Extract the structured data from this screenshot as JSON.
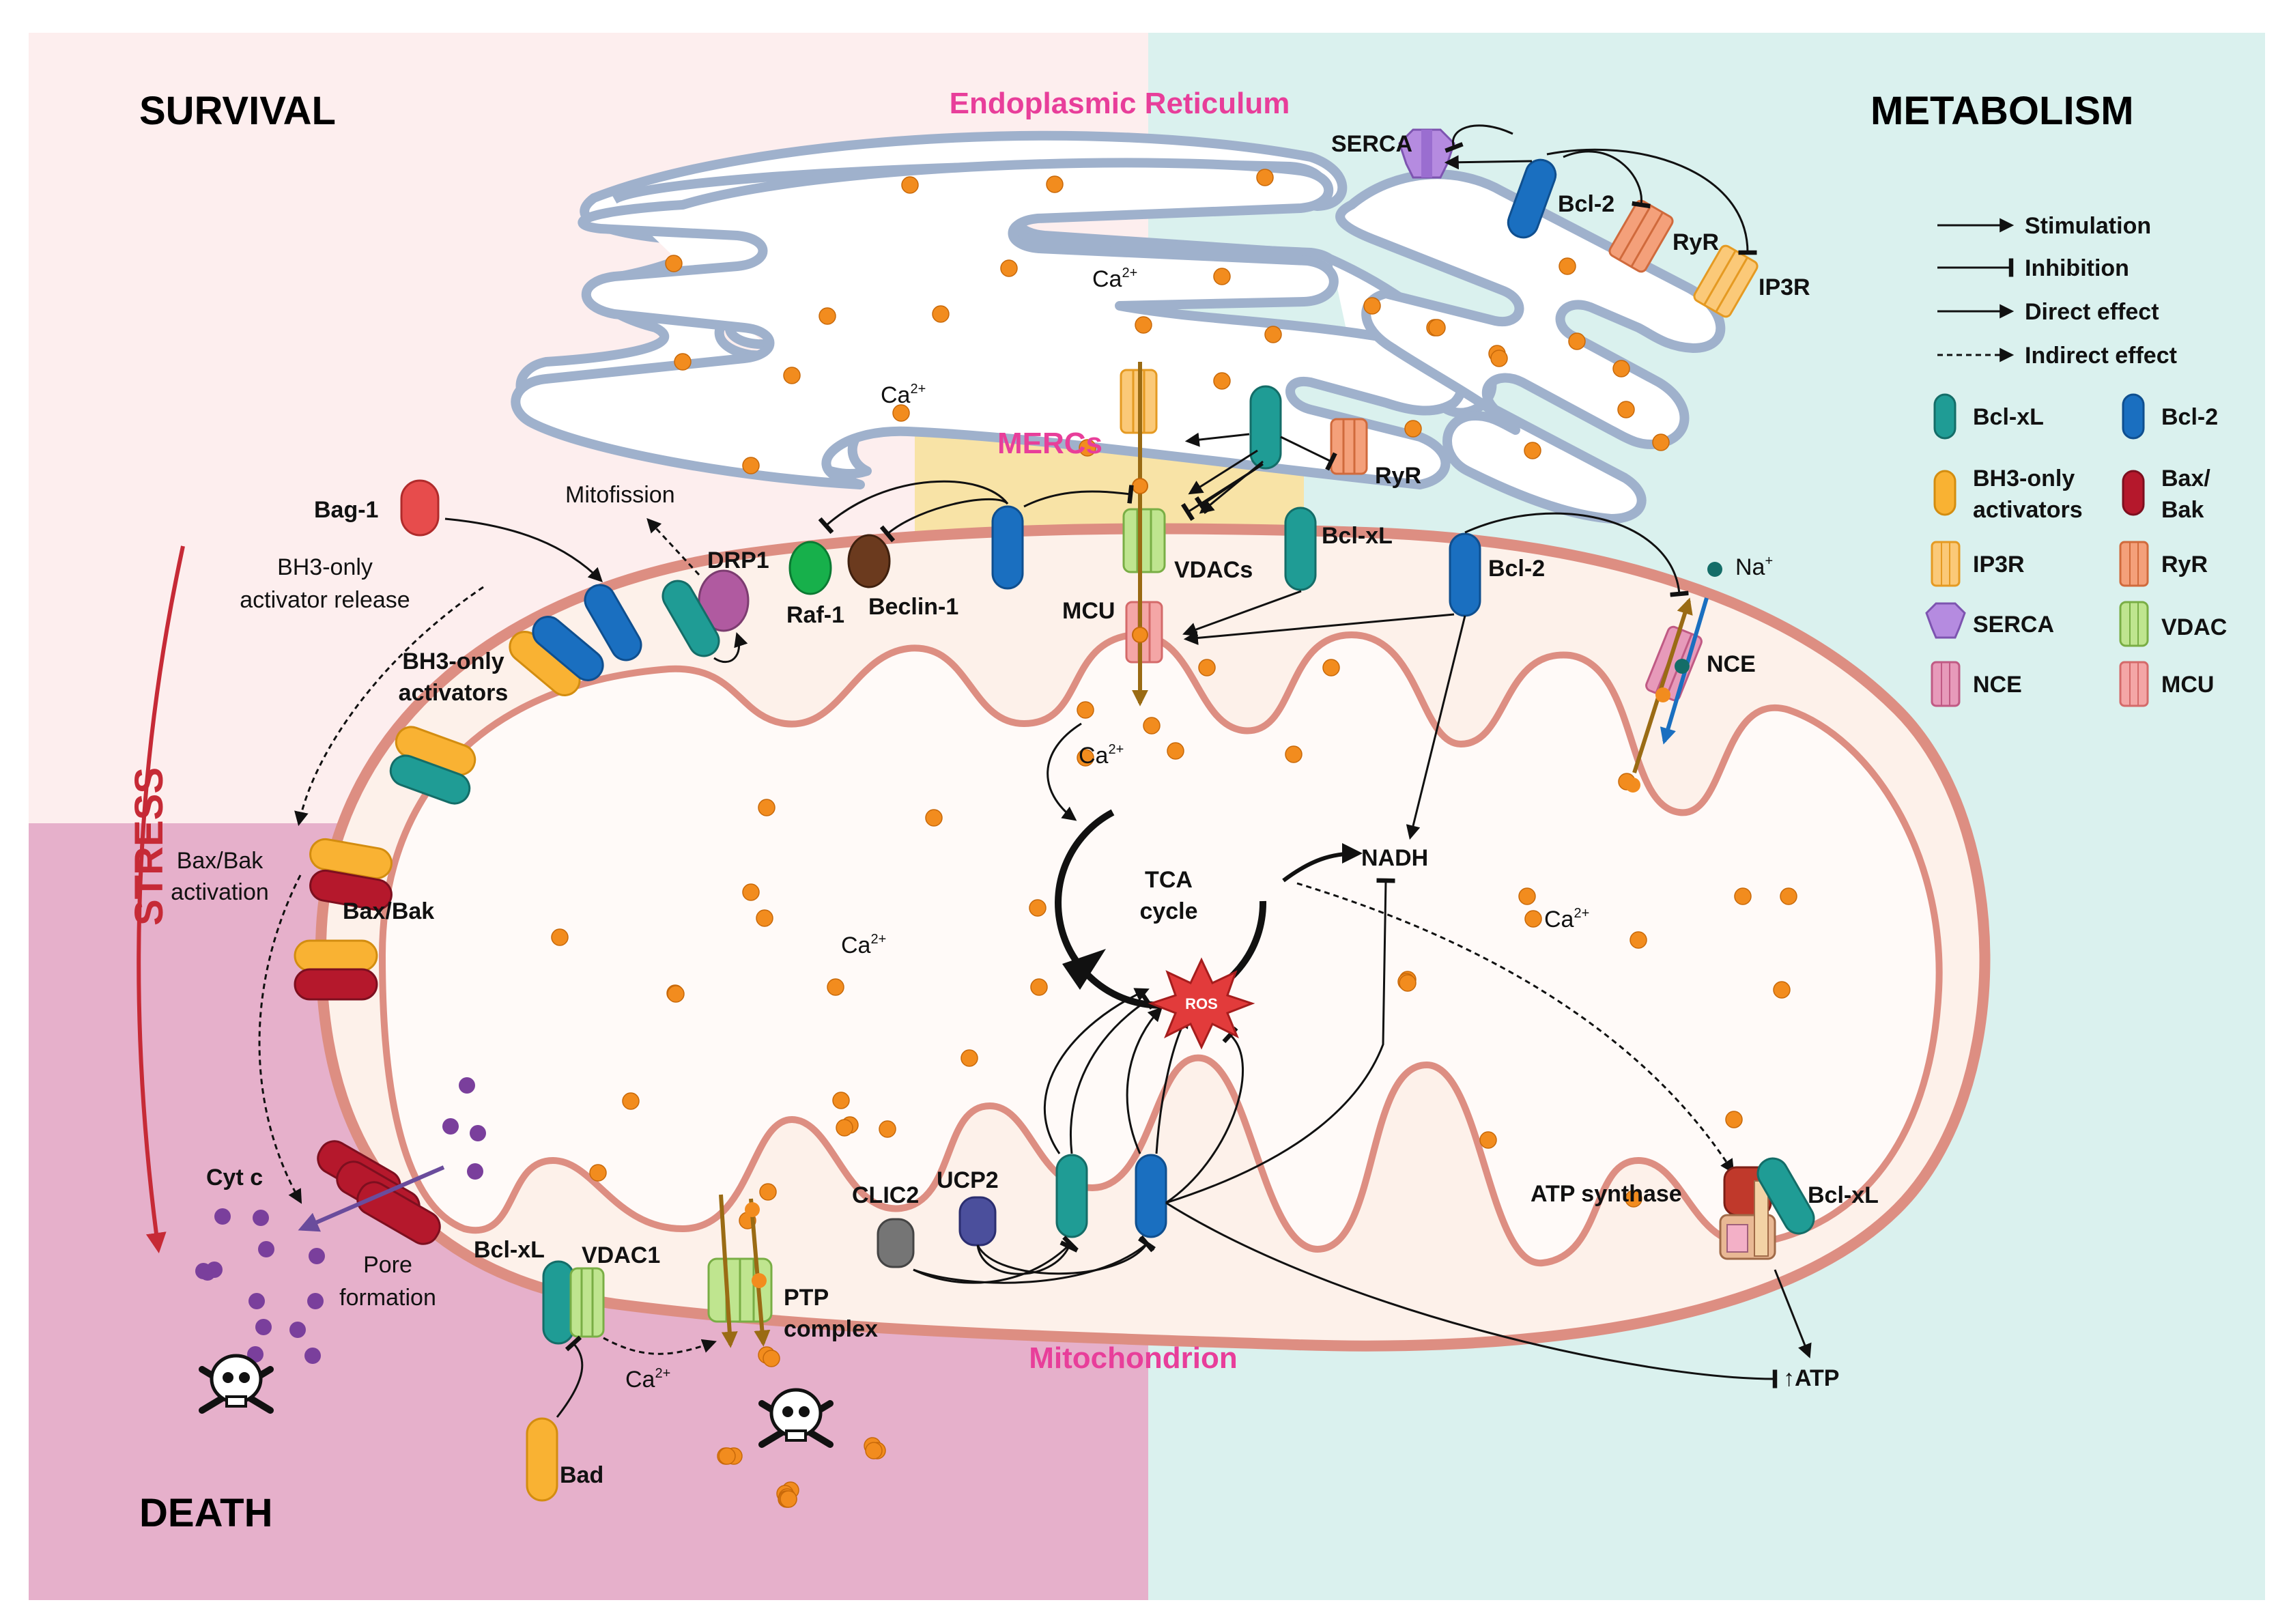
{
  "quadrants": {
    "survival": "SURVIVAL",
    "metabolism": "METABOLISM",
    "death": "DEATH",
    "stress": "STRESS"
  },
  "compartments": {
    "er": "Endoplasmic Reticulum",
    "mercs": "MERCs",
    "mitochondrion": "Mitochondrion",
    "tca_line1": "TCA",
    "tca_line2": "cycle",
    "ros": "ROS"
  },
  "labels": {
    "ca_base": "Ca",
    "ca_sup": "2+",
    "na_base": "Na",
    "na_sup": "+",
    "serca": "SERCA",
    "bcl2_er": "Bcl-2",
    "ryr_er": "RyR",
    "ip3r_er": "IP3R",
    "ryr_merc": "RyR",
    "bag1": "Bag-1",
    "bh3_release_1": "BH3-only",
    "bh3_release_2": "activator release",
    "mitofission": "Mitofission",
    "drp1": "DRP1",
    "raf1": "Raf-1",
    "beclin1": "Beclin-1",
    "vdacs": "VDACs",
    "mcu": "MCU",
    "bclxl_top": "Bcl-xL",
    "bcl2_top": "Bcl-2",
    "nce": "NCE",
    "nadh": "NADH",
    "bh3_act_1": "BH3-only",
    "bh3_act_2": "activators",
    "baxbak_act_1": "Bax/Bak",
    "baxbak_act_2": "activation",
    "baxbak": "Bax/Bak",
    "cytc": "Cyt c",
    "pore_1": "Pore",
    "pore_2": "formation",
    "bclxl_bottom": "Bcl-xL",
    "vdac1": "VDAC1",
    "ptp_1": "PTP",
    "ptp_2": "complex",
    "bad": "Bad",
    "clic2": "CLIC2",
    "ucp2": "UCP2",
    "atp_synthase": "ATP synthase",
    "bclxl_right": "Bcl-xL",
    "atp": "↑ATP"
  },
  "legend": {
    "arrows": [
      {
        "label": "Stimulation"
      },
      {
        "label": "Inhibition"
      },
      {
        "label": "Direct effect"
      },
      {
        "label": "Indirect effect"
      }
    ],
    "items": [
      {
        "label": "Bcl-xL",
        "icon": "teal-pill-icon"
      },
      {
        "label": "Bcl-2",
        "icon": "blue-pill-icon"
      },
      {
        "label_1": "BH3-only",
        "label_2": "activators",
        "icon": "orange-pill-icon"
      },
      {
        "label_1": "Bax/",
        "label_2": "Bak",
        "icon": "red-pill-icon"
      },
      {
        "label": "IP3R",
        "icon": "ip3r-channel-icon"
      },
      {
        "label": "RyR",
        "icon": "ryr-channel-icon"
      },
      {
        "label": "SERCA",
        "icon": "serca-pump-icon"
      },
      {
        "label": "VDAC",
        "icon": "vdac-channel-icon"
      },
      {
        "label": "NCE",
        "icon": "nce-exchanger-icon"
      },
      {
        "label": "MCU",
        "icon": "mcu-channel-icon"
      }
    ]
  },
  "colors": {
    "survival_bg": "#fdeeee",
    "metabolism_bg": "#daf1ee",
    "death_bg": "#e6b0cb",
    "er_membrane": "#9fb1cc",
    "mito_membrane": "#dd8e82",
    "mito_fill": "#fdf1ea",
    "calcium": "#f28c1e",
    "bclxl": "#1f9c95",
    "bcl2": "#1a6fc0",
    "bh3": "#f9b233",
    "baxbak": "#b5182c",
    "stress_arrow": "#c62a36",
    "title_pink": "#e83e9a"
  }
}
